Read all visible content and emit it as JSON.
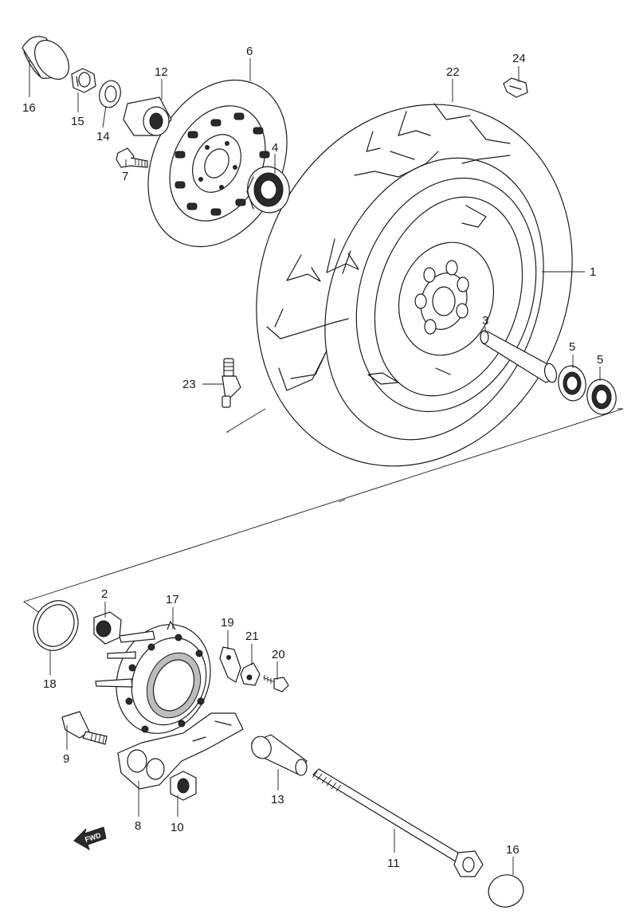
{
  "callouts": {
    "c1": "1",
    "c2": "2",
    "c3": "3",
    "c4": "4",
    "c5a": "5",
    "c5b": "5",
    "c6": "6",
    "c7": "7",
    "c8": "8",
    "c9": "9",
    "c10": "10",
    "c11": "11",
    "c12": "12",
    "c13": "13",
    "c14": "14",
    "c15": "15",
    "c16a": "16",
    "c16b": "16",
    "c17": "17",
    "c18": "18",
    "c19": "19",
    "c20": "20",
    "c21": "21",
    "c22": "22",
    "c23": "23",
    "c24": "24"
  },
  "fwd_label": "FWD",
  "parts": [
    {
      "ref": "1",
      "icon": "wheel-rim-icon"
    },
    {
      "ref": "2",
      "icon": "collar-icon"
    },
    {
      "ref": "3",
      "icon": "spacer-tube-icon"
    },
    {
      "ref": "4",
      "icon": "bearing-icon"
    },
    {
      "ref": "5",
      "icon": "bearing-icon"
    },
    {
      "ref": "6",
      "icon": "brake-disc-icon"
    },
    {
      "ref": "7",
      "icon": "bolt-icon"
    },
    {
      "ref": "8",
      "icon": "caliper-bracket-icon"
    },
    {
      "ref": "9",
      "icon": "stud-bolt-icon"
    },
    {
      "ref": "10",
      "icon": "nut-icon"
    },
    {
      "ref": "11",
      "icon": "axle-shaft-icon"
    },
    {
      "ref": "12",
      "icon": "spacer-icon"
    },
    {
      "ref": "13",
      "icon": "spacer-icon"
    },
    {
      "ref": "14",
      "icon": "washer-icon"
    },
    {
      "ref": "15",
      "icon": "nut-icon"
    },
    {
      "ref": "16",
      "icon": "cap-icon"
    },
    {
      "ref": "17",
      "icon": "hub-flange-icon"
    },
    {
      "ref": "18",
      "icon": "o-ring-icon"
    },
    {
      "ref": "19",
      "icon": "plate-icon"
    },
    {
      "ref": "20",
      "icon": "bolt-icon"
    },
    {
      "ref": "21",
      "icon": "plate-icon"
    },
    {
      "ref": "22",
      "icon": "tire-icon"
    },
    {
      "ref": "23",
      "icon": "valve-icon"
    },
    {
      "ref": "24",
      "icon": "clip-icon"
    }
  ]
}
